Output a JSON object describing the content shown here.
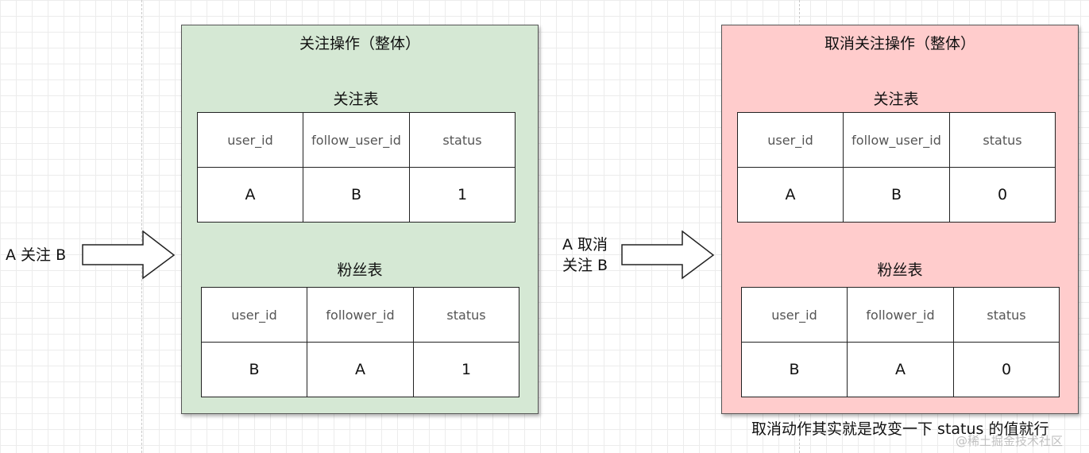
{
  "left_label": "A 关注 B",
  "middle_label": [
    "A 取消",
    "关注 B"
  ],
  "follow_panel": {
    "title": "关注操作（整体）",
    "follow_table": {
      "title": "关注表",
      "headers": [
        "user_id",
        "follow_user_id",
        "status"
      ],
      "row": [
        "A",
        "B",
        "1"
      ]
    },
    "fan_table": {
      "title": "粉丝表",
      "headers": [
        "user_id",
        "follower_id",
        "status"
      ],
      "row": [
        "B",
        "A",
        "1"
      ]
    }
  },
  "unfollow_panel": {
    "title": "取消关注操作（整体）",
    "follow_table": {
      "title": "关注表",
      "headers": [
        "user_id",
        "follow_user_id",
        "status"
      ],
      "row": [
        "A",
        "B",
        "0"
      ]
    },
    "fan_table": {
      "title": "粉丝表",
      "headers": [
        "user_id",
        "follower_id",
        "status"
      ],
      "row": [
        "B",
        "A",
        "0"
      ]
    }
  },
  "footnote": "取消动作其实就是改变一下 status 的值就行",
  "watermark": "@稀土掘金技术社区",
  "colors": {
    "follow_panel": "#d5e8d4",
    "unfollow_panel": "#ffcccc",
    "border": "#555555"
  }
}
